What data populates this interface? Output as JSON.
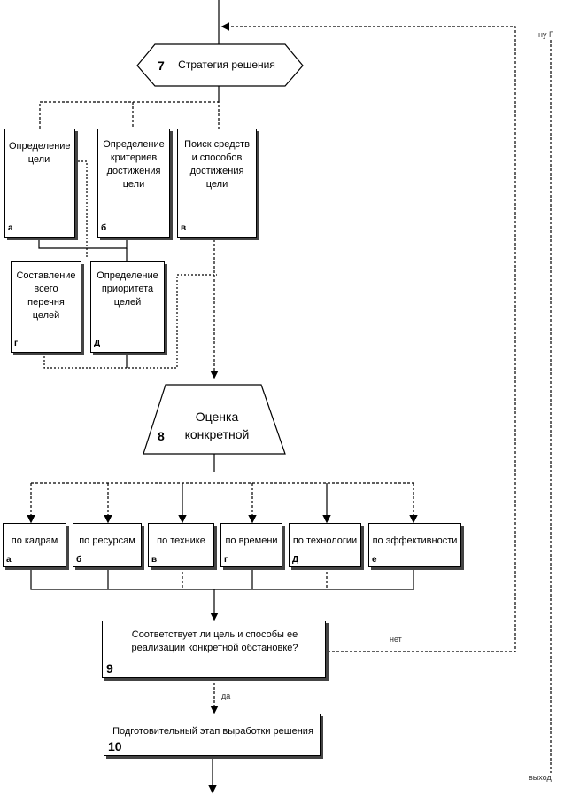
{
  "step7": {
    "number": "7",
    "title": "Стратегия решения"
  },
  "goals": [
    {
      "text": "Определение цели",
      "letter": "а"
    },
    {
      "text": "Определение критериев достижения цели",
      "letter": "б"
    },
    {
      "text": "Поиск средств и способов достижения цели",
      "letter": "в"
    },
    {
      "text": "Составление всего перечня целей",
      "letter": "г"
    },
    {
      "text": "Определение приоритета целей",
      "letter": "Д"
    }
  ],
  "step8": {
    "number": "8",
    "title": "Оценка конкретной"
  },
  "criteria": [
    {
      "text": "по кадрам",
      "letter": "а"
    },
    {
      "text": "по ресурсам",
      "letter": "б"
    },
    {
      "text": "по технике",
      "letter": "в"
    },
    {
      "text": "по времени",
      "letter": "г"
    },
    {
      "text": "по технологии",
      "letter": "Д"
    },
    {
      "text": "по эффективности",
      "letter": "е"
    }
  ],
  "step9": {
    "number": "9",
    "text": "Соответствует ли цель и способы ее реализации конкретной обстановке?"
  },
  "step10": {
    "number": "10",
    "text": "Подготовительный этап выработки решения"
  },
  "labels": {
    "no": "нет",
    "yes": "да",
    "top_right": "ну Г",
    "bottom_right": "выход"
  }
}
